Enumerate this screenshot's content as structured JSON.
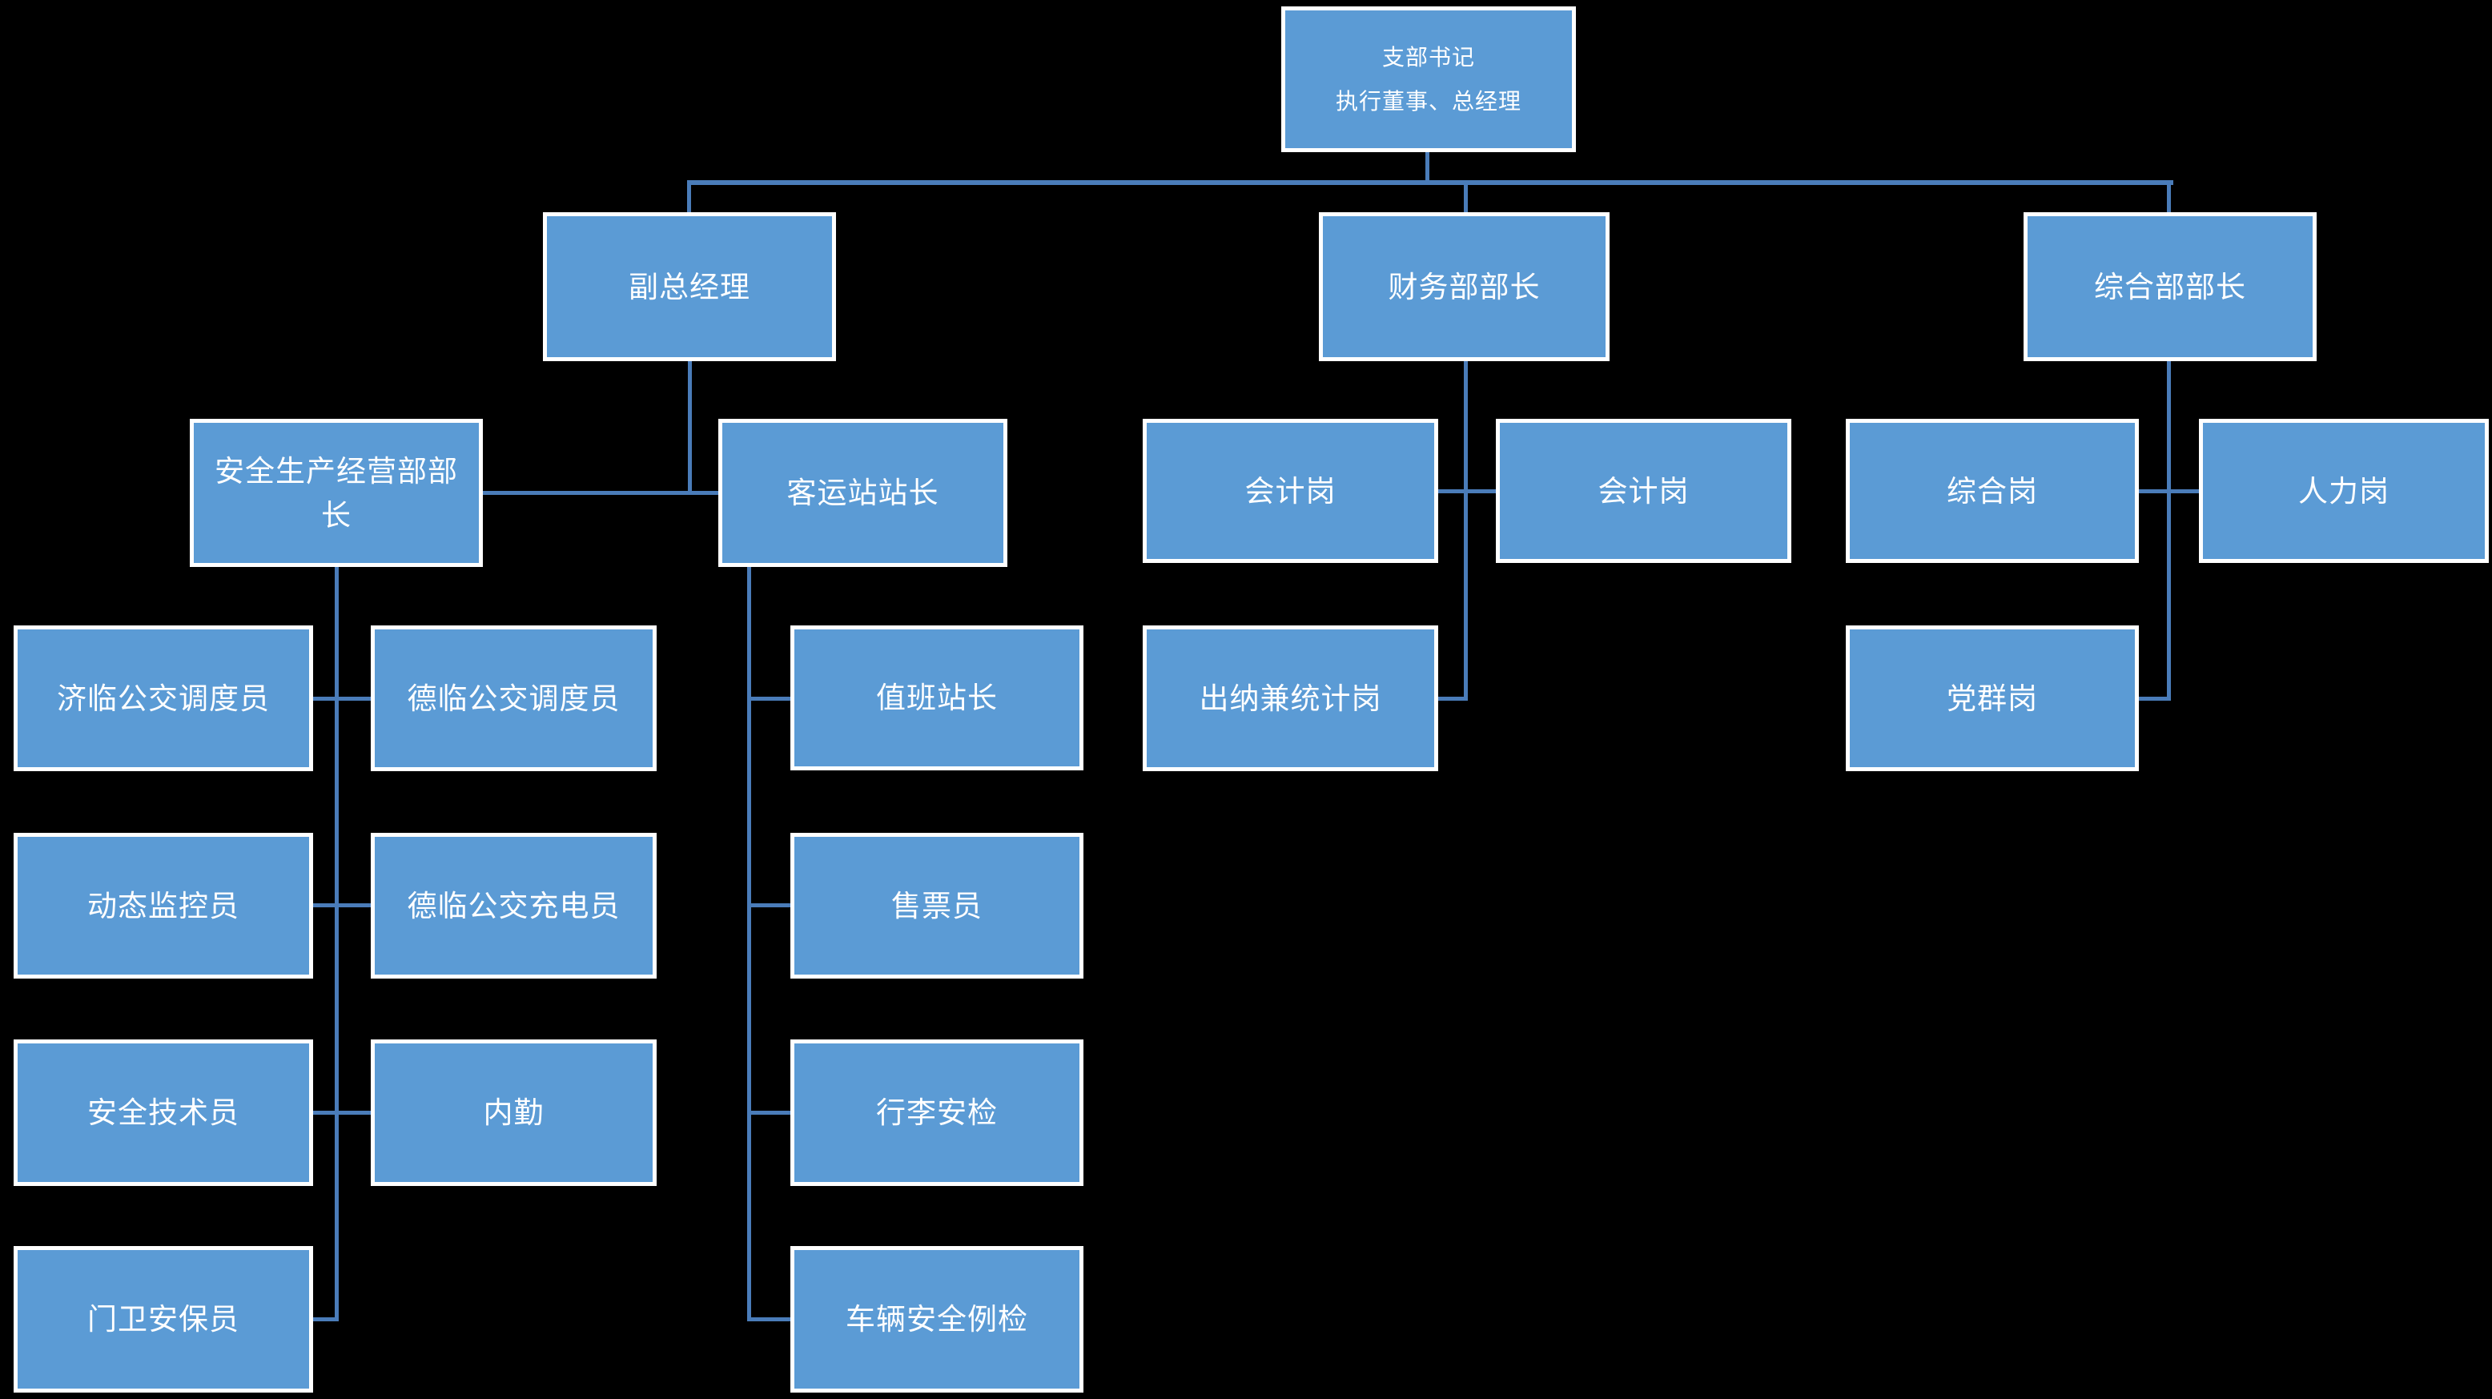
{
  "diagram": {
    "type": "org-chart",
    "background_color": "#000000",
    "node_fill_color": "#5B9BD5",
    "node_border_color": "#FFFFFF",
    "node_text_color": "#FFFFFF",
    "connector_color": "#4A7CB9",
    "nodes": {
      "root": {
        "line1": "支部书记",
        "line2": "执行董事、总经理"
      },
      "deputy_gm": {
        "label": "副总经理"
      },
      "finance_head": {
        "label": "财务部部长"
      },
      "general_head": {
        "label": "综合部部长"
      },
      "safety_head": {
        "label": "安全生产经营部部长"
      },
      "station_head": {
        "label": "客运站站长"
      },
      "accountant_1": {
        "label": "会计岗"
      },
      "accountant_2": {
        "label": "会计岗"
      },
      "general_post": {
        "label": "综合岗"
      },
      "hr_post": {
        "label": "人力岗"
      },
      "jilin_dispatcher": {
        "label": "济临公交调度员"
      },
      "delin_dispatcher": {
        "label": "德临公交调度员"
      },
      "duty_station_master": {
        "label": "值班站长"
      },
      "cashier_stat": {
        "label": "出纳兼统计岗"
      },
      "party_post": {
        "label": "党群岗"
      },
      "dynamic_monitor": {
        "label": "动态监控员"
      },
      "delin_charger": {
        "label": "德临公交充电员"
      },
      "ticket_seller": {
        "label": "售票员"
      },
      "safety_technician": {
        "label": "安全技术员"
      },
      "internal_clerk": {
        "label": "内勤"
      },
      "luggage_security": {
        "label": "行李安检"
      },
      "gate_guard": {
        "label": "门卫安保员"
      },
      "vehicle_inspection": {
        "label": "车辆安全例检"
      }
    },
    "hierarchy": {
      "root": [
        "deputy_gm",
        "finance_head",
        "general_head"
      ],
      "deputy_gm": [
        "safety_head",
        "station_head"
      ],
      "safety_head": [
        "jilin_dispatcher",
        "delin_dispatcher",
        "dynamic_monitor",
        "delin_charger",
        "safety_technician",
        "internal_clerk",
        "gate_guard"
      ],
      "station_head": [
        "duty_station_master",
        "ticket_seller",
        "luggage_security",
        "vehicle_inspection"
      ],
      "finance_head": [
        "accountant_1",
        "accountant_2",
        "cashier_stat"
      ],
      "general_head": [
        "general_post",
        "hr_post",
        "party_post"
      ]
    }
  }
}
